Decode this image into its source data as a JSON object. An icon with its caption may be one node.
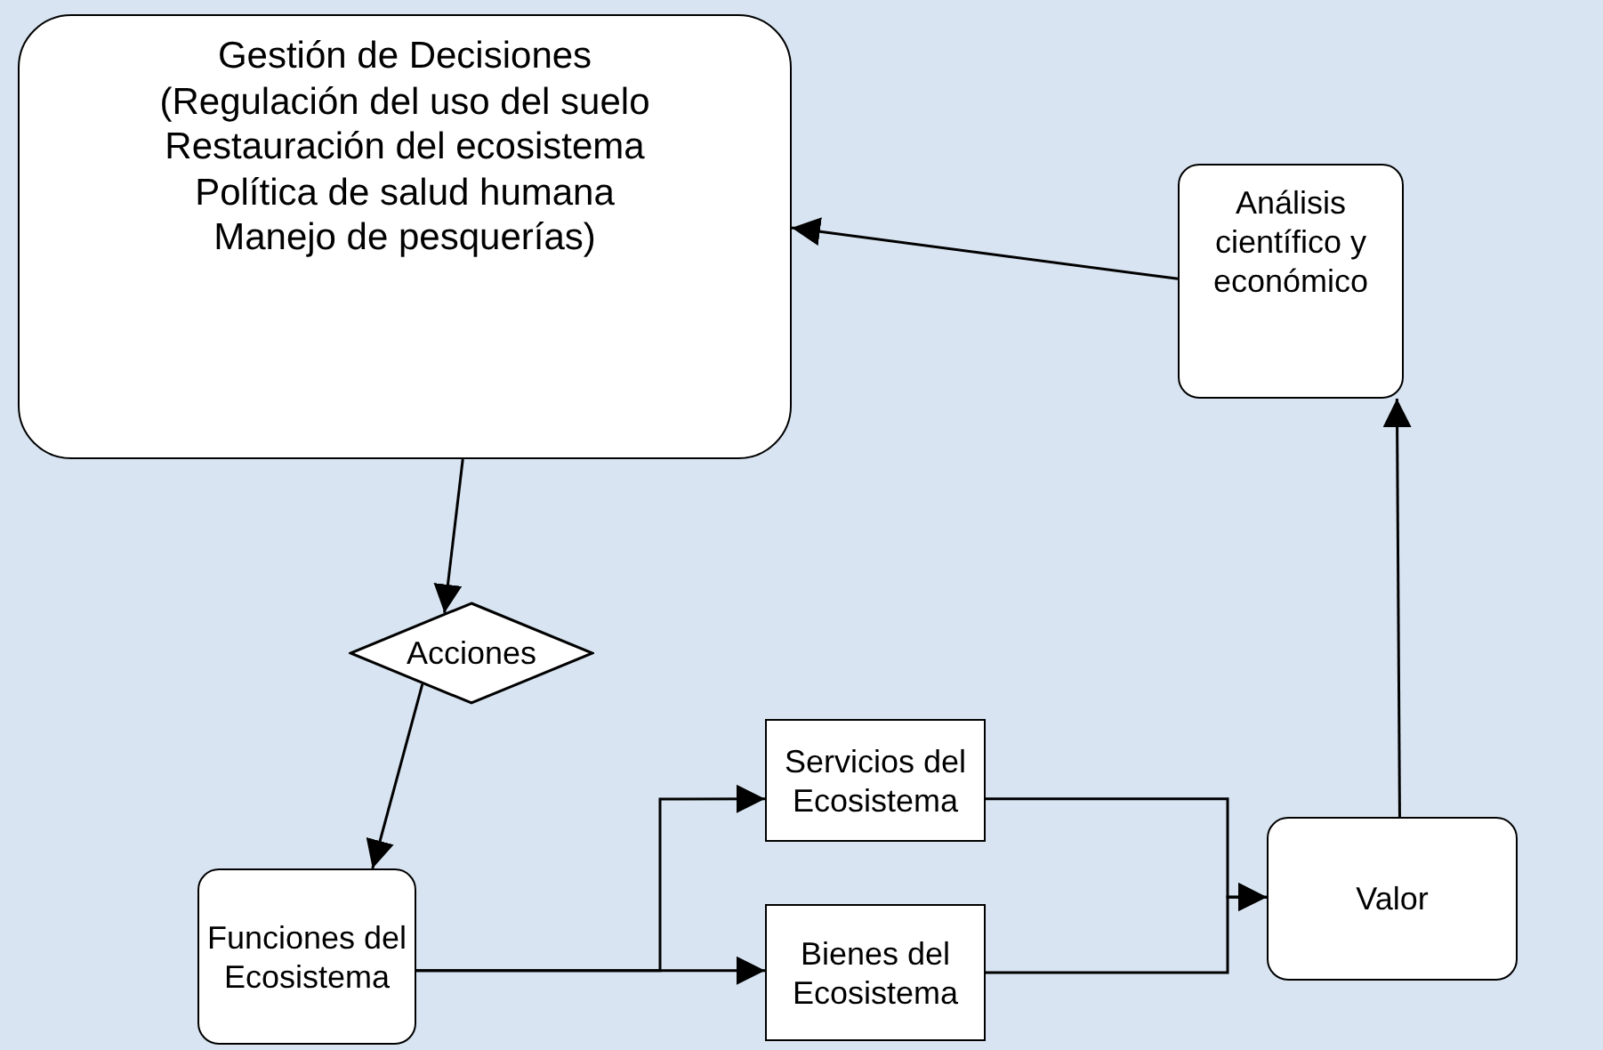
{
  "diagram": {
    "nodes": [
      {
        "text": [
          "Gestión de Decisiones",
          "(Regulación del uso del suelo Restauración del ecosistema Política de salud humana Manejo de pesquerías)"
        ]
      },
      {
        "text": [
          "Análisis científico y económico"
        ]
      },
      {
        "text": [
          "Acciones"
        ]
      },
      {
        "text": [
          "Funciones del Ecosistema"
        ]
      },
      {
        "text": [
          "Servicios del Ecosistema"
        ]
      },
      {
        "text": [
          "Bienes del Ecosistema"
        ]
      },
      {
        "text": [
          "Valor"
        ]
      }
    ],
    "edges": [
      {
        "from": 0,
        "to": 2,
        "arrow": "to"
      },
      {
        "from": 2,
        "to": 3,
        "arrow": "to"
      },
      {
        "from": 3,
        "to": 4,
        "arrow": "to"
      },
      {
        "from": 3,
        "to": 5,
        "arrow": "to"
      },
      {
        "from": 4,
        "to": 6,
        "arrow": "to"
      },
      {
        "from": 5,
        "to": 6,
        "arrow": "to"
      },
      {
        "from": 6,
        "to": 1,
        "arrow": "to"
      },
      {
        "from": 1,
        "to": 0,
        "arrow": "to"
      }
    ]
  }
}
